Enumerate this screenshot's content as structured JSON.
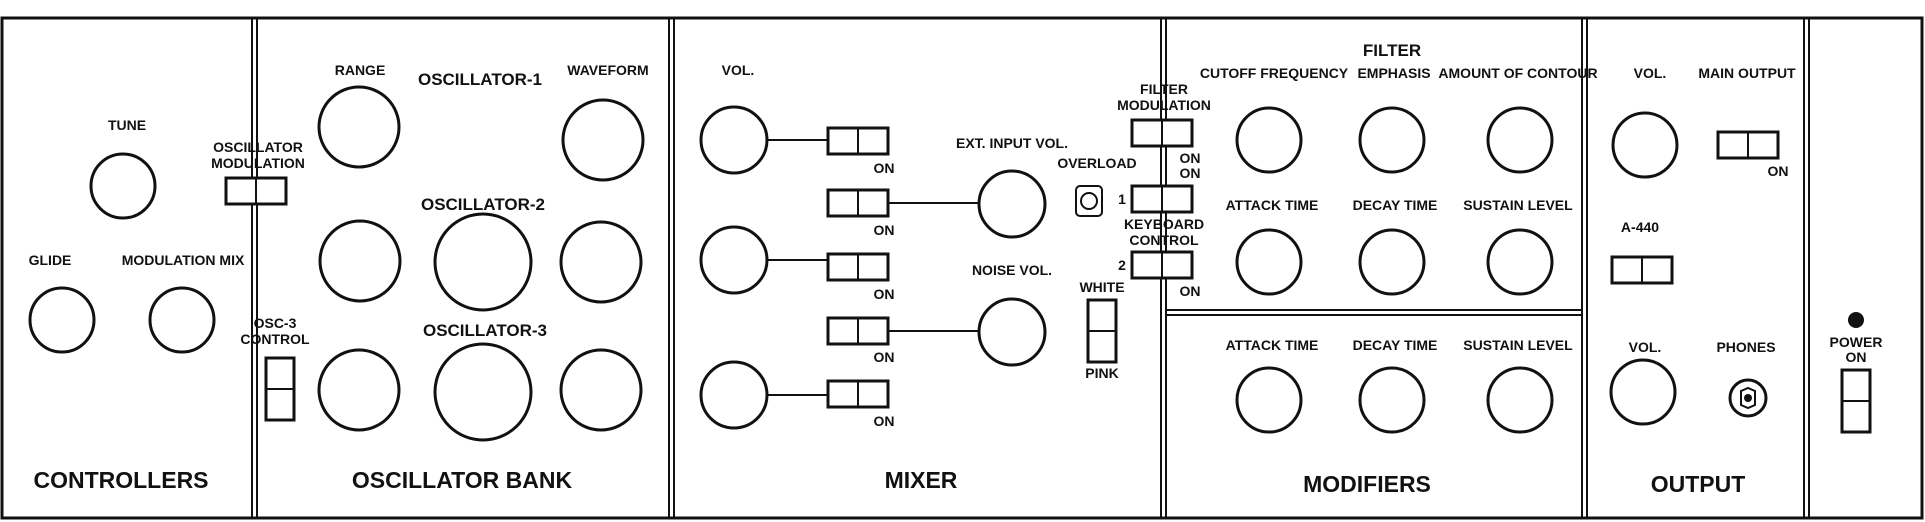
{
  "sections": {
    "controllers": "CONTROLLERS",
    "oscillator_bank": "OSCILLATOR BANK",
    "mixer": "MIXER",
    "modifiers": "MODIFIERS",
    "output": "OUTPUT"
  },
  "controllers": {
    "tune": "TUNE",
    "glide": "GLIDE",
    "modulation_mix": "MODULATION MIX",
    "osc_mod_1": "OSCILLATOR",
    "osc_mod_2": "MODULATION",
    "osc3_1": "OSC-3",
    "osc3_2": "CONTROL"
  },
  "oscillators": {
    "osc1": "OSCILLATOR-1",
    "osc2": "OSCILLATOR-2",
    "osc3": "OSCILLATOR-3",
    "range": "RANGE",
    "waveform": "WAVEFORM"
  },
  "mixer": {
    "vol": "VOL.",
    "on": "ON",
    "ext_input_vol": "EXT. INPUT VOL.",
    "noise_vol": "NOISE VOL.",
    "overload": "OVERLOAD",
    "white": "WHITE",
    "pink": "PINK",
    "filter_mod_1": "FILTER",
    "filter_mod_2": "MODULATION",
    "keyboard_control_1": "KEYBOARD",
    "keyboard_control_2": "CONTROL",
    "num1": "1",
    "num2": "2"
  },
  "filter": {
    "title": "FILTER",
    "cutoff": "CUTOFF FREQUENCY",
    "emphasis": "EMPHASIS",
    "contour": "AMOUNT OF CONTOUR",
    "attack": "ATTACK TIME",
    "decay": "DECAY TIME",
    "sustain": "SUSTAIN LEVEL"
  },
  "loudness": {
    "attack": "ATTACK TIME",
    "decay": "DECAY TIME",
    "sustain": "SUSTAIN LEVEL"
  },
  "output": {
    "vol": "VOL.",
    "main_output": "MAIN OUTPUT",
    "on": "ON",
    "a440": "A-440",
    "vol2": "VOL.",
    "phones": "PHONES",
    "power_1": "POWER",
    "power_2": "ON"
  }
}
